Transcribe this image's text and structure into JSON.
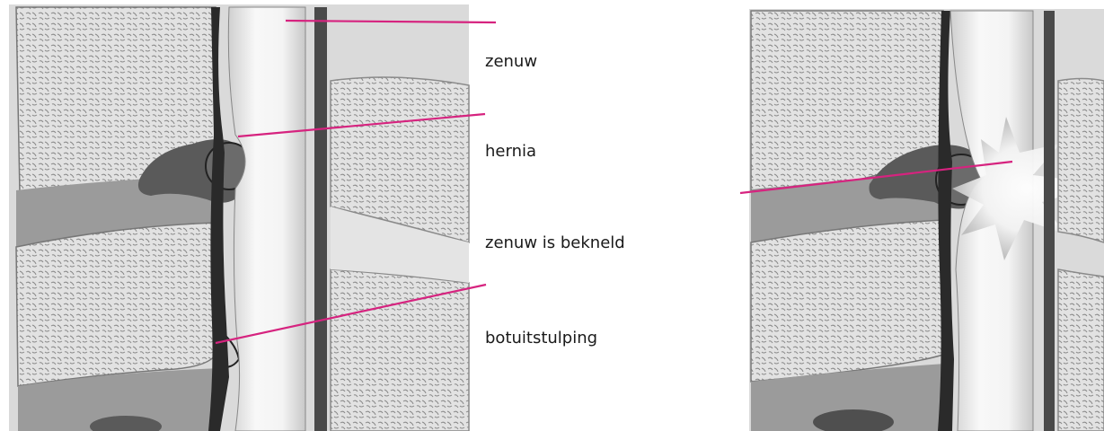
{
  "labels": {
    "nerve": "zenuw",
    "hernia": "hernia",
    "pinched_nerve": "zenuw is bekneld",
    "bone_spur": "botuitstulping"
  },
  "colors": {
    "leader_line": "#d6237f",
    "bone": "#e6e6e6",
    "disc": "#9a9a9a",
    "nucleus": "#5c5c5c",
    "nerve": "#f3f3f3",
    "dark_edge": "#2a2a2a"
  }
}
